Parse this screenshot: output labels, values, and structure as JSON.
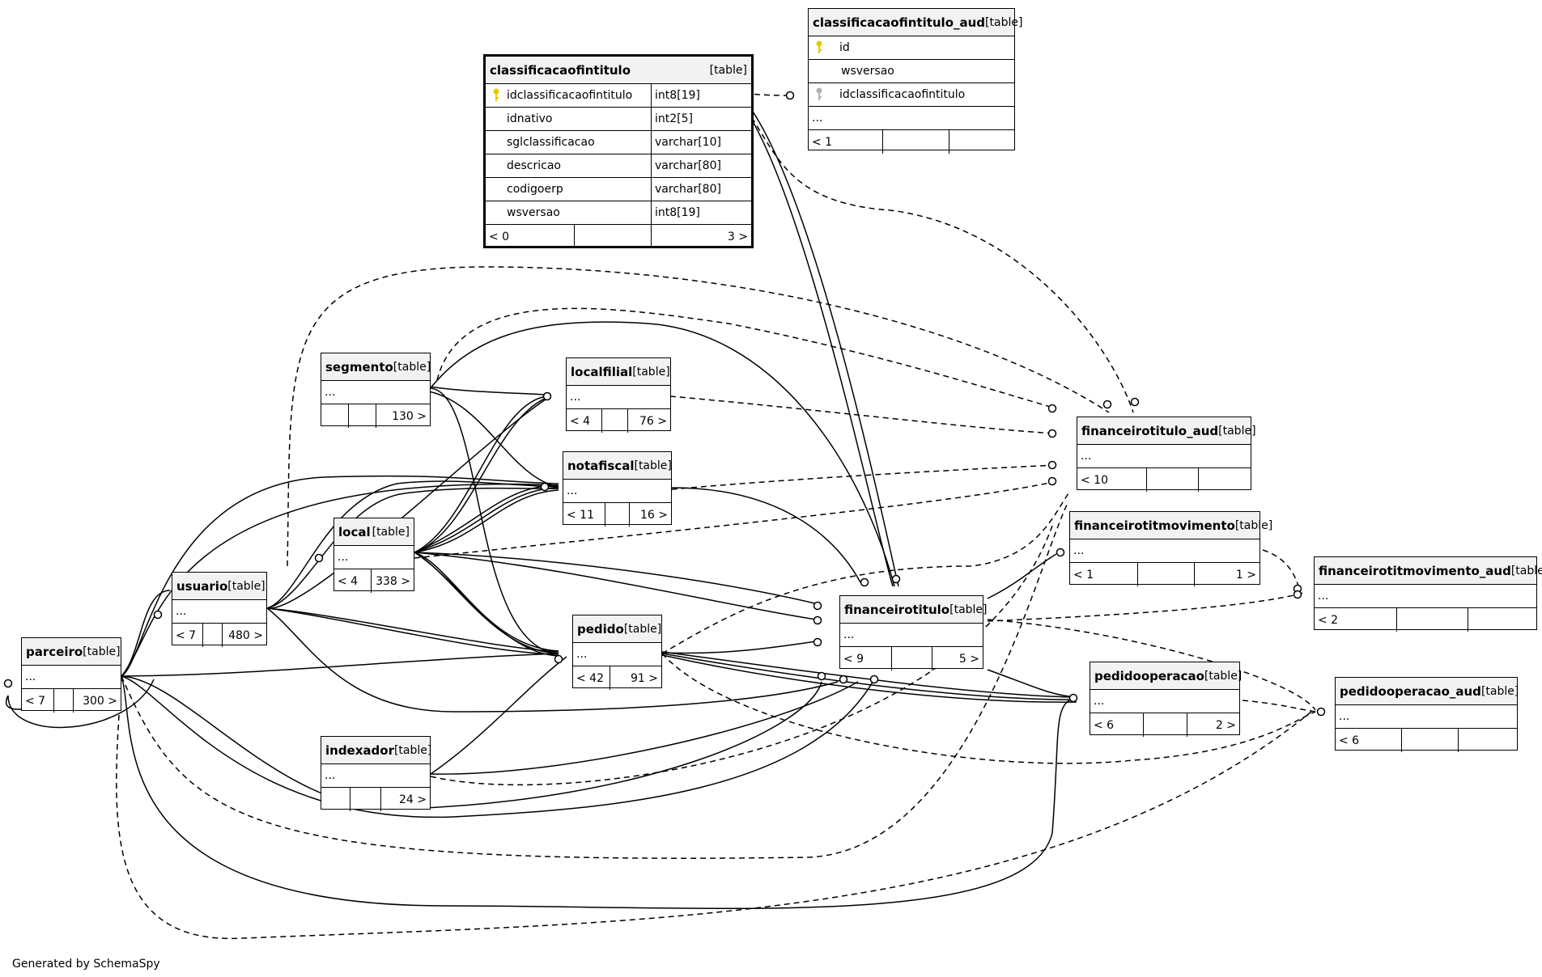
{
  "footer": "Generated by SchemaSpy",
  "icons": {
    "primary_key": "key-icon-gold",
    "foreign_key": "key-icon-gray"
  },
  "colors": {
    "key_primary": "#e8c800",
    "key_foreign": "#b0b0b0",
    "header_bg": "#f2f2f2"
  },
  "tables": {
    "classificacaofintitulo": {
      "name": "classificacaofintitulo",
      "tag": "[table]",
      "columns": [
        {
          "name": "idclassificacaofintitulo",
          "type": "int8[19]"
        },
        {
          "name": "idnativo",
          "type": "int2[5]"
        },
        {
          "name": "sglclassificacao",
          "type": "varchar[10]"
        },
        {
          "name": "descricao",
          "type": "varchar[80]"
        },
        {
          "name": "codigoerp",
          "type": "varchar[80]"
        },
        {
          "name": "wsversao",
          "type": "int8[19]"
        }
      ],
      "stats": [
        "< 0",
        "",
        "3 >"
      ]
    },
    "classificacaofintitulo_aud": {
      "name": "classificacaofintitulo_aud",
      "tag": "[table]",
      "columns": [
        "id",
        "wsversao",
        "idclassificacaofintitulo",
        "..."
      ],
      "stats": [
        "< 1",
        "",
        ""
      ]
    },
    "segmento": {
      "name": "segmento",
      "tag": "[table]",
      "body": "...",
      "stats": [
        "",
        "",
        "130 >"
      ]
    },
    "localfilial": {
      "name": "localfilial",
      "tag": "[table]",
      "body": "...",
      "stats": [
        "< 4",
        "",
        "76 >"
      ]
    },
    "notafiscal": {
      "name": "notafiscal",
      "tag": "[table]",
      "body": "...",
      "stats": [
        "< 11",
        "",
        "16 >"
      ]
    },
    "local": {
      "name": "local",
      "tag": "[table]",
      "body": "...",
      "stats": [
        "< 4",
        "338 >"
      ]
    },
    "usuario": {
      "name": "usuario",
      "tag": "[table]",
      "body": "...",
      "stats": [
        "< 7",
        "",
        "480 >"
      ]
    },
    "parceiro": {
      "name": "parceiro",
      "tag": "[table]",
      "body": "...",
      "stats": [
        "< 7",
        "",
        "300 >"
      ]
    },
    "pedido": {
      "name": "pedido",
      "tag": "[table]",
      "body": "...",
      "stats": [
        "< 42",
        "91 >"
      ]
    },
    "indexador": {
      "name": "indexador",
      "tag": "[table]",
      "body": "...",
      "stats": [
        "",
        "",
        "24 >"
      ]
    },
    "financeirotitulo": {
      "name": "financeirotitulo",
      "tag": "[table]",
      "body": "...",
      "stats": [
        "< 9",
        "",
        "5 >"
      ]
    },
    "financeirotitulo_aud": {
      "name": "financeirotitulo_aud",
      "tag": "[table]",
      "body": "...",
      "stats": [
        "< 10",
        "",
        ""
      ]
    },
    "financeirotitmovimento": {
      "name": "financeirotitmovimento",
      "tag": "[table]",
      "body": "...",
      "stats": [
        "< 1",
        "",
        "1 >"
      ]
    },
    "financeirotitmovimento_aud": {
      "name": "financeirotitmovimento_aud",
      "tag": "[table]",
      "body": "...",
      "stats": [
        "< 2",
        "",
        ""
      ]
    },
    "pedidooperacao": {
      "name": "pedidooperacao",
      "tag": "[table]",
      "body": "...",
      "stats": [
        "< 6",
        "",
        "2 >"
      ]
    },
    "pedidooperacao_aud": {
      "name": "pedidooperacao_aud",
      "tag": "[table]",
      "body": "...",
      "stats": [
        "< 6",
        "",
        ""
      ]
    }
  }
}
